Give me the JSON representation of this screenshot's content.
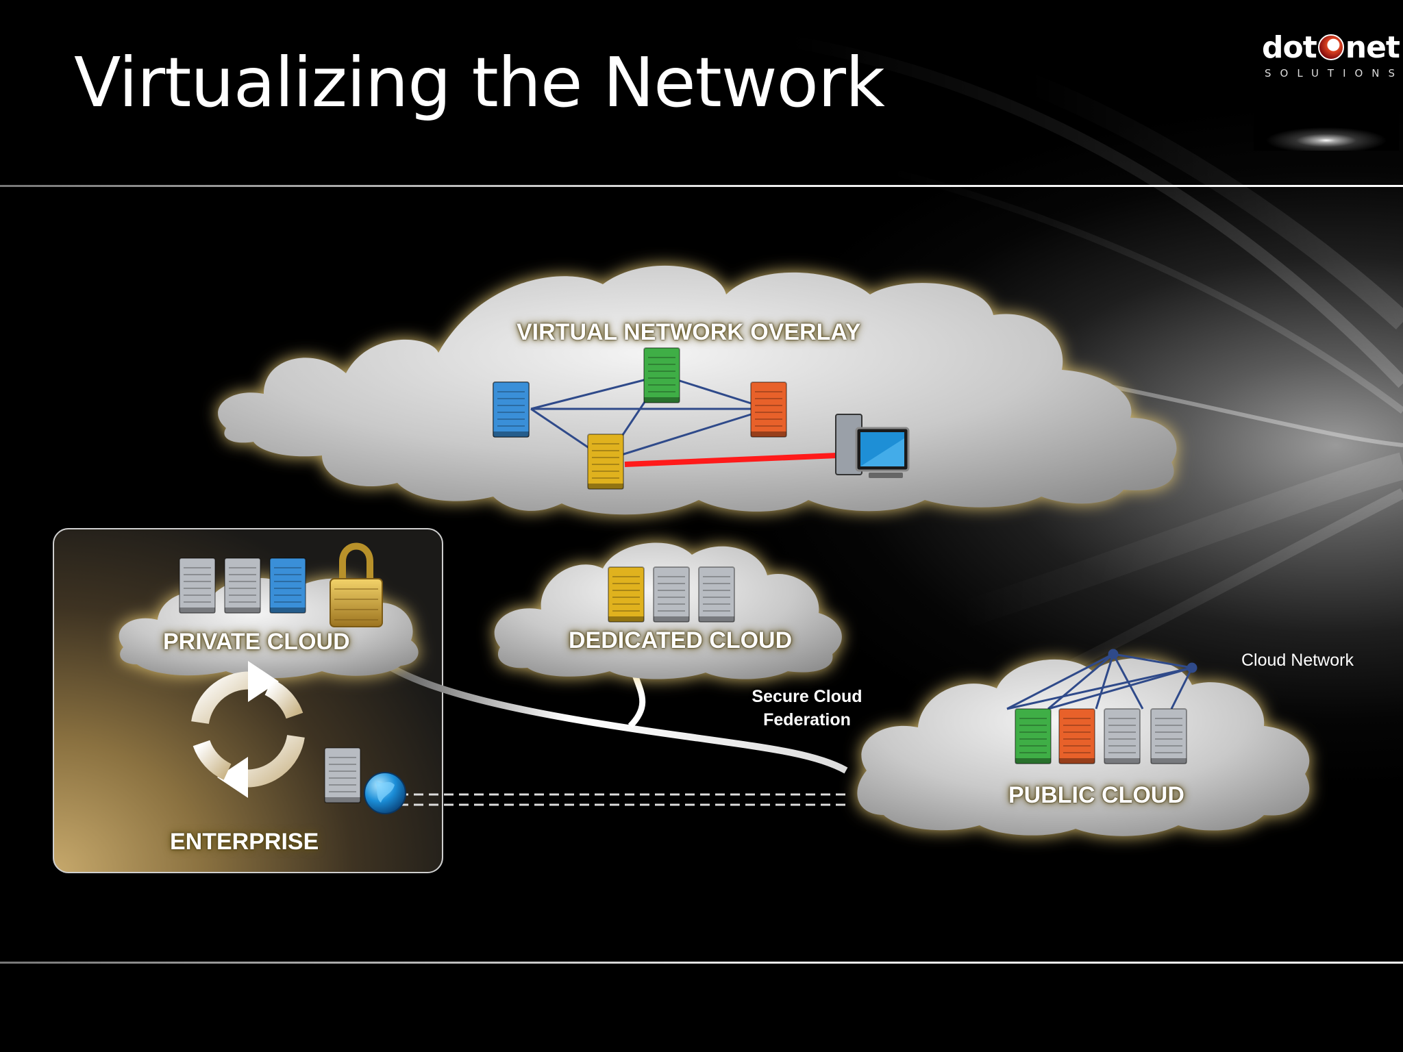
{
  "slide": {
    "title": "Virtualizing the Network"
  },
  "logo": {
    "brand": "dot net",
    "word_left": "dot",
    "word_right": "net",
    "tagline": "SOLUTIONS"
  },
  "diagram": {
    "overlay_label": "VIRTUAL NETWORK OVERLAY",
    "private_cloud_label": "PRIVATE CLOUD",
    "dedicated_cloud_label": "DEDICATED CLOUD",
    "public_cloud_label": "PUBLIC CLOUD",
    "enterprise_label": "ENTERPRISE",
    "federation_label_line1": "Secure Cloud",
    "federation_label_line2": "Federation",
    "cloud_network_label": "Cloud Network"
  },
  "colors": {
    "server_blue": "#3a8fd8",
    "server_green": "#3fae46",
    "server_orange": "#e8612a",
    "server_yellow": "#e0b21e",
    "server_gray": "#b8bcc2",
    "link_red": "#ff1a1a",
    "link_blue": "#2f4a8a",
    "enterprise_gold": "#b89a5e"
  },
  "icons": {
    "lock": "padlock-icon",
    "sync": "refresh-cycle-icon",
    "globe": "globe-icon",
    "workstation": "computer-icon"
  }
}
